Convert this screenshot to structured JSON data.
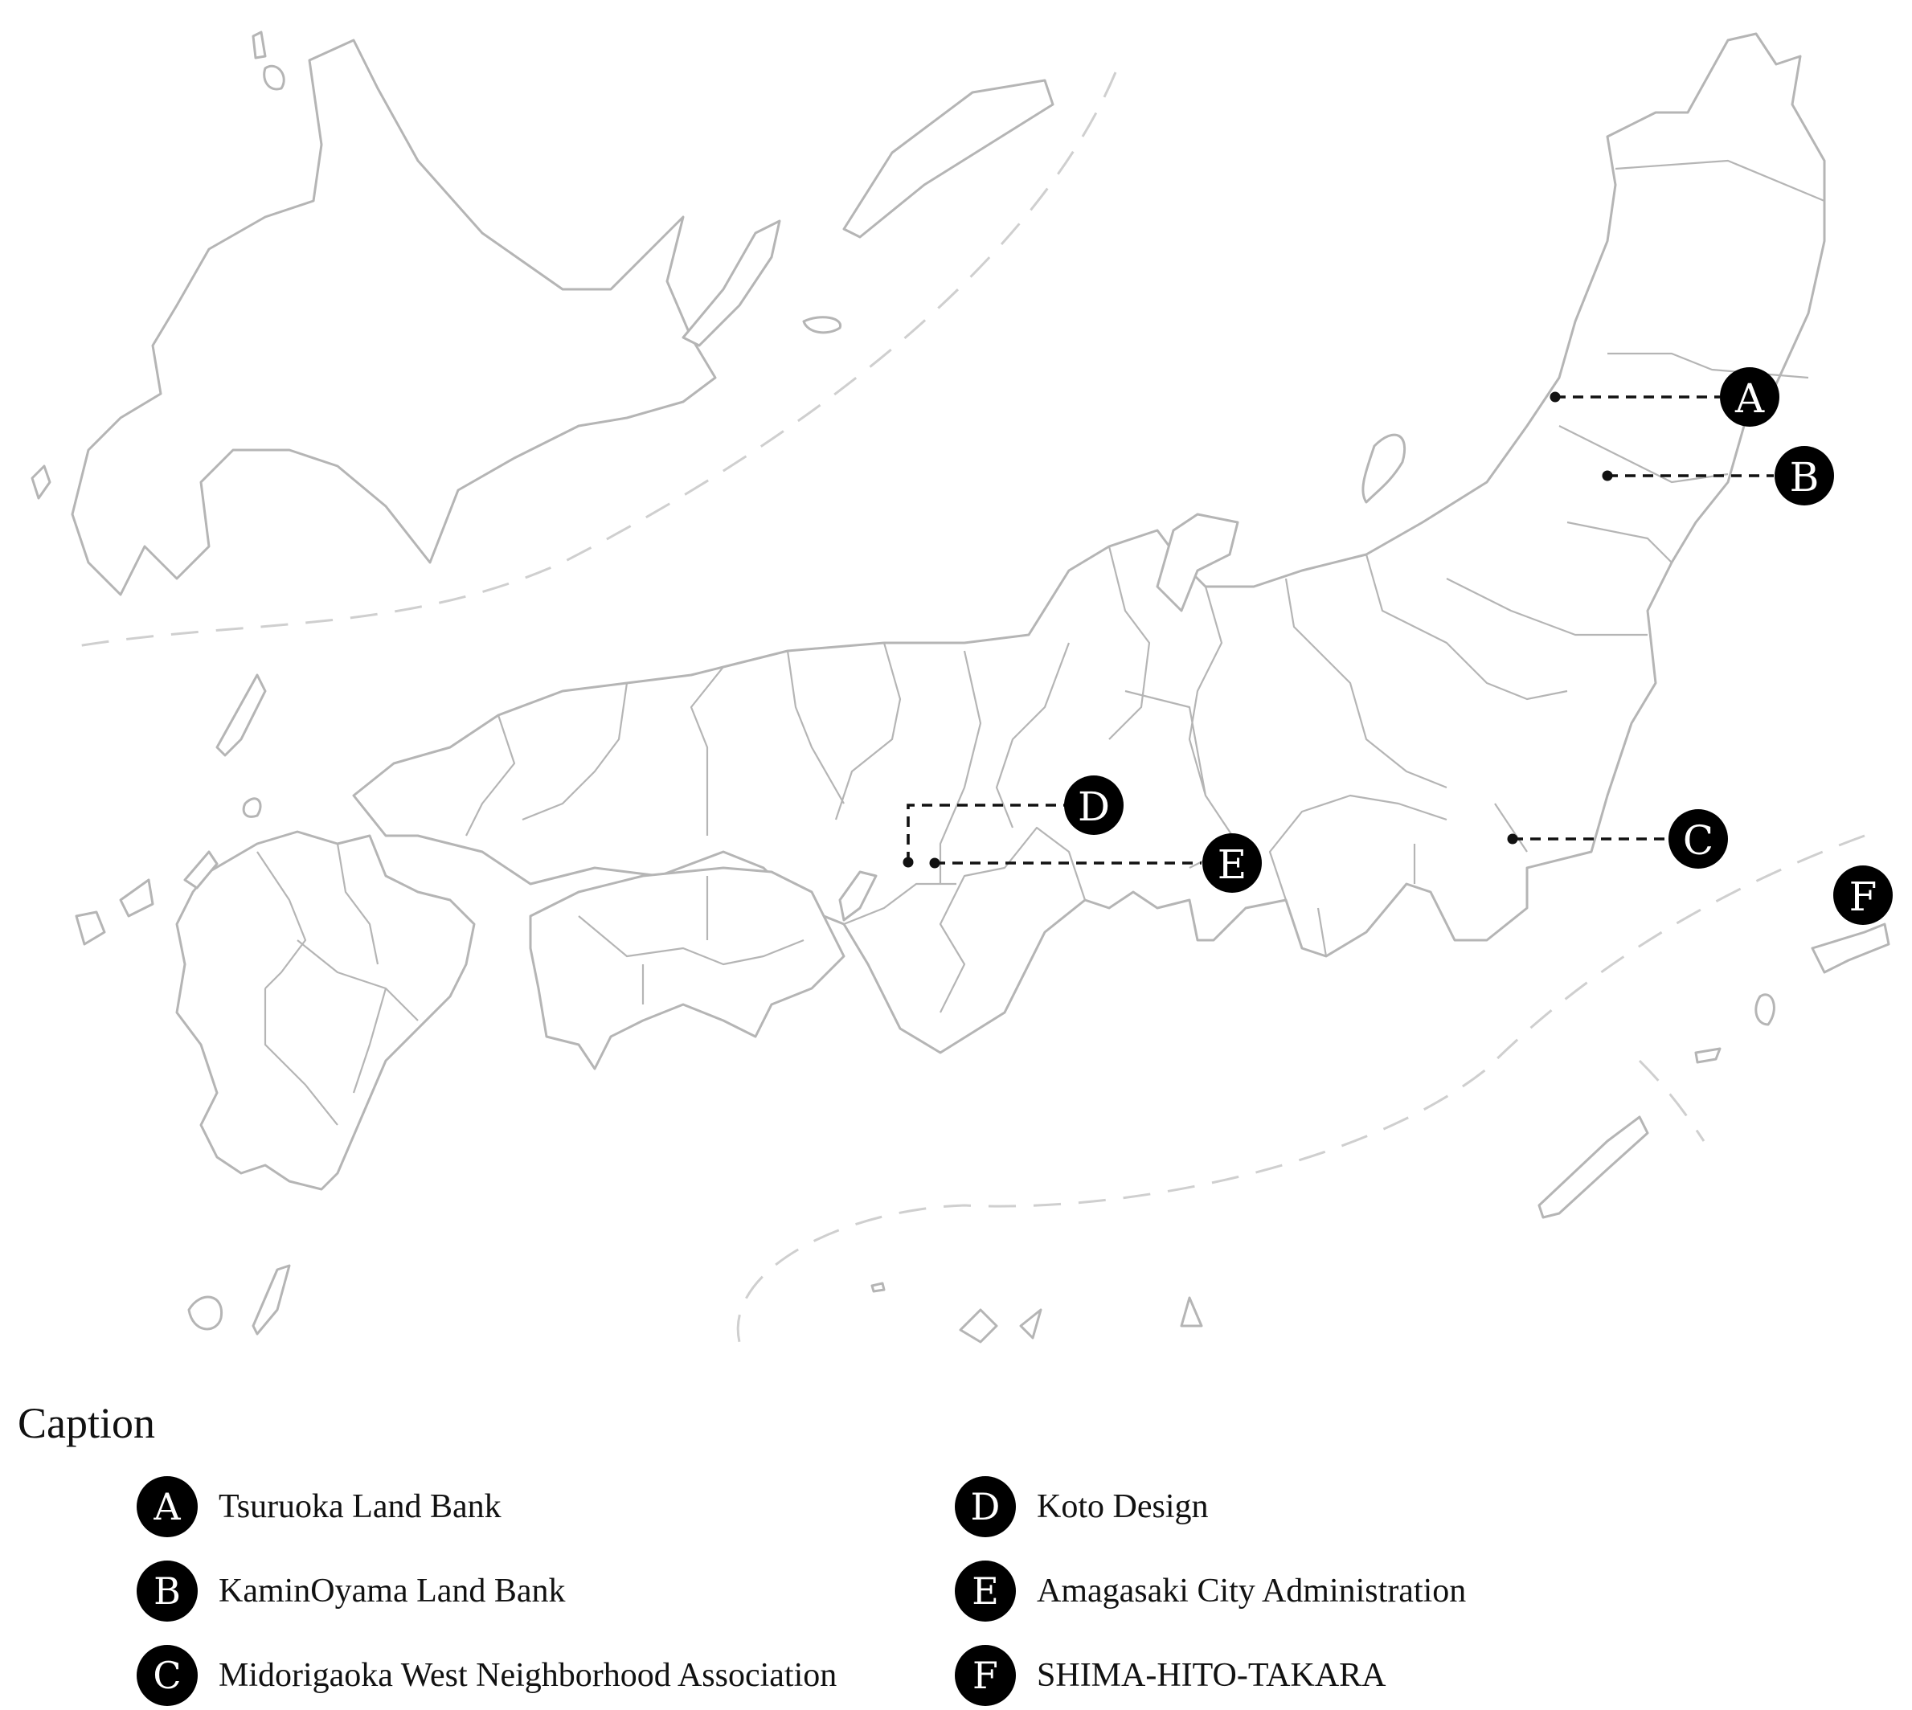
{
  "markers": [
    {
      "letter": "A",
      "name": "Tsuruoka Land Bank"
    },
    {
      "letter": "B",
      "name": "KaminOyama Land Bank"
    },
    {
      "letter": "C",
      "name": "Midorigaoka West Neighborhood Association"
    },
    {
      "letter": "D",
      "name": "Koto Design"
    },
    {
      "letter": "E",
      "name": "Amagasaki City Administration"
    },
    {
      "letter": "F",
      "name": "SHIMA-HITO-TAKARA"
    }
  ],
  "legend": {
    "title": "Caption"
  }
}
